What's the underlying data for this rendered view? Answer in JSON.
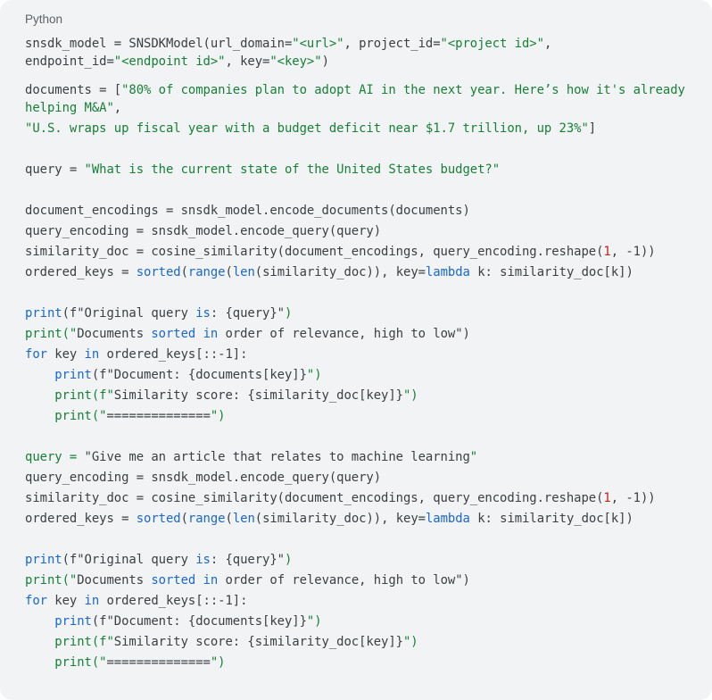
{
  "header": {
    "language_label": "Python"
  },
  "colors": {
    "background": "#f1f3f4",
    "default_text": "#3c4043",
    "string": "#188038",
    "keyword": "#1967d2",
    "number": "#c5221f",
    "label": "#5f6368"
  },
  "code": {
    "lines": [
      {
        "spacing": "tight",
        "tokens": [
          {
            "t": "snsdk_model = SNSDKModel(url_domain=",
            "c": "default"
          },
          {
            "t": "\"<url>\"",
            "c": "str"
          },
          {
            "t": ", project_id=",
            "c": "default"
          },
          {
            "t": "\"<project id>\"",
            "c": "str"
          },
          {
            "t": ",",
            "c": "default"
          }
        ]
      },
      {
        "tokens": [
          {
            "t": "endpoint_id=",
            "c": "default"
          },
          {
            "t": "\"<endpoint id>\"",
            "c": "str"
          },
          {
            "t": ", key=",
            "c": "default"
          },
          {
            "t": "\"<key>\"",
            "c": "str"
          },
          {
            "t": ")",
            "c": "default"
          }
        ]
      },
      {
        "gap": "small"
      },
      {
        "spacing": "tight",
        "tokens": [
          {
            "t": "documents = [",
            "c": "default"
          },
          {
            "t": "\"80% of companies plan to adopt AI in the next year. Here’s how it's already",
            "c": "str"
          }
        ]
      },
      {
        "tokens": [
          {
            "t": "helping M&A\"",
            "c": "str"
          },
          {
            "t": ",",
            "c": "default"
          }
        ]
      },
      {
        "tokens": [
          {
            "t": "\"U.S. wraps up fiscal year with a budget deficit near $1.7 trillion, up 23%\"",
            "c": "str"
          },
          {
            "t": "]",
            "c": "default"
          }
        ]
      },
      {
        "gap": "normal"
      },
      {
        "tokens": [
          {
            "t": "query = ",
            "c": "default"
          },
          {
            "t": "\"What is the current state of the United States budget?\"",
            "c": "str"
          }
        ]
      },
      {
        "gap": "normal"
      },
      {
        "tokens": [
          {
            "t": "document_encodings = snsdk_model.encode_documents(documents)",
            "c": "default"
          }
        ]
      },
      {
        "tokens": [
          {
            "t": "query_encoding = snsdk_model.encode_query(query)",
            "c": "default"
          }
        ]
      },
      {
        "tokens": [
          {
            "t": "similarity_doc = cosine_similarity(document_encodings, query_encoding.reshape(",
            "c": "default"
          },
          {
            "t": "1",
            "c": "num"
          },
          {
            "t": ", -1))",
            "c": "default"
          }
        ]
      },
      {
        "tokens": [
          {
            "t": "ordered_keys = ",
            "c": "default"
          },
          {
            "t": "sorted",
            "c": "kw"
          },
          {
            "t": "(",
            "c": "default"
          },
          {
            "t": "range",
            "c": "kw"
          },
          {
            "t": "(",
            "c": "default"
          },
          {
            "t": "len",
            "c": "kw"
          },
          {
            "t": "(similarity_doc)), key=",
            "c": "default"
          },
          {
            "t": "lambda",
            "c": "kw"
          },
          {
            "t": " k: similarity_doc[k])",
            "c": "default"
          }
        ]
      },
      {
        "gap": "normal"
      },
      {
        "tokens": [
          {
            "t": "print",
            "c": "kw"
          },
          {
            "t": "(f\"Original query ",
            "c": "default"
          },
          {
            "t": "is",
            "c": "kw"
          },
          {
            "t": ": {query}\"",
            "c": "default"
          },
          {
            "t": ")",
            "c": "str"
          }
        ]
      },
      {
        "tokens": [
          {
            "t": "print(\"",
            "c": "str"
          },
          {
            "t": "Documents ",
            "c": "default"
          },
          {
            "t": "sorted",
            "c": "kw"
          },
          {
            "t": " ",
            "c": "default"
          },
          {
            "t": "in",
            "c": "kw"
          },
          {
            "t": " order of relevance, high to low\")",
            "c": "default"
          }
        ]
      },
      {
        "tokens": [
          {
            "t": "for",
            "c": "kw"
          },
          {
            "t": " key ",
            "c": "default"
          },
          {
            "t": "in",
            "c": "kw"
          },
          {
            "t": " ordered_keys[::-1]:",
            "c": "default"
          }
        ]
      },
      {
        "tokens": [
          {
            "t": "    ",
            "c": "default"
          },
          {
            "t": "print",
            "c": "kw"
          },
          {
            "t": "(f\"Document: {documents[key]}",
            "c": "default"
          },
          {
            "t": "\")",
            "c": "str"
          }
        ]
      },
      {
        "tokens": [
          {
            "t": "    ",
            "c": "default"
          },
          {
            "t": "print(f\"",
            "c": "str"
          },
          {
            "t": "Similarity score: {similarity_doc[key]}",
            "c": "default"
          },
          {
            "t": "\")",
            "c": "str"
          }
        ]
      },
      {
        "tokens": [
          {
            "t": "    ",
            "c": "default"
          },
          {
            "t": "print(\"",
            "c": "str"
          },
          {
            "t": "==============",
            "c": "default"
          },
          {
            "t": "\")",
            "c": "str"
          }
        ]
      },
      {
        "gap": "normal"
      },
      {
        "tokens": [
          {
            "t": "query = ",
            "c": "str"
          },
          {
            "t": "\"Give me an article that relates to machine learning",
            "c": "default"
          },
          {
            "t": "\"",
            "c": "str"
          }
        ]
      },
      {
        "tokens": [
          {
            "t": "query_encoding = snsdk_model.encode_query(query)",
            "c": "default"
          }
        ]
      },
      {
        "tokens": [
          {
            "t": "similarity_doc = cosine_similarity(document_encodings, query_encoding.reshape(",
            "c": "default"
          },
          {
            "t": "1",
            "c": "num"
          },
          {
            "t": ", -1))",
            "c": "default"
          }
        ]
      },
      {
        "tokens": [
          {
            "t": "ordered_keys = ",
            "c": "default"
          },
          {
            "t": "sorted",
            "c": "kw"
          },
          {
            "t": "(",
            "c": "default"
          },
          {
            "t": "range",
            "c": "kw"
          },
          {
            "t": "(",
            "c": "default"
          },
          {
            "t": "len",
            "c": "kw"
          },
          {
            "t": "(similarity_doc)), key=",
            "c": "default"
          },
          {
            "t": "lambda",
            "c": "kw"
          },
          {
            "t": " k: similarity_doc[k])",
            "c": "default"
          }
        ]
      },
      {
        "gap": "normal"
      },
      {
        "tokens": [
          {
            "t": "print",
            "c": "kw"
          },
          {
            "t": "(f\"Original query ",
            "c": "default"
          },
          {
            "t": "is",
            "c": "kw"
          },
          {
            "t": ": {query}\"",
            "c": "default"
          },
          {
            "t": ")",
            "c": "str"
          }
        ]
      },
      {
        "tokens": [
          {
            "t": "print(\"",
            "c": "str"
          },
          {
            "t": "Documents ",
            "c": "default"
          },
          {
            "t": "sorted",
            "c": "kw"
          },
          {
            "t": " ",
            "c": "default"
          },
          {
            "t": "in",
            "c": "kw"
          },
          {
            "t": " order of relevance, high to low\")",
            "c": "default"
          }
        ]
      },
      {
        "tokens": [
          {
            "t": "for",
            "c": "kw"
          },
          {
            "t": " key ",
            "c": "default"
          },
          {
            "t": "in",
            "c": "kw"
          },
          {
            "t": " ordered_keys[::-1]:",
            "c": "default"
          }
        ]
      },
      {
        "tokens": [
          {
            "t": "    ",
            "c": "default"
          },
          {
            "t": "print",
            "c": "kw"
          },
          {
            "t": "(f\"Document: {documents[key]}",
            "c": "default"
          },
          {
            "t": "\")",
            "c": "str"
          }
        ]
      },
      {
        "tokens": [
          {
            "t": "    ",
            "c": "default"
          },
          {
            "t": "print(f\"",
            "c": "str"
          },
          {
            "t": "Similarity score: {similarity_doc[key]}",
            "c": "default"
          },
          {
            "t": "\")",
            "c": "str"
          }
        ]
      },
      {
        "tokens": [
          {
            "t": "    ",
            "c": "default"
          },
          {
            "t": "print(\"",
            "c": "str"
          },
          {
            "t": "==============",
            "c": "default"
          },
          {
            "t": "\")",
            "c": "str"
          }
        ]
      }
    ]
  }
}
